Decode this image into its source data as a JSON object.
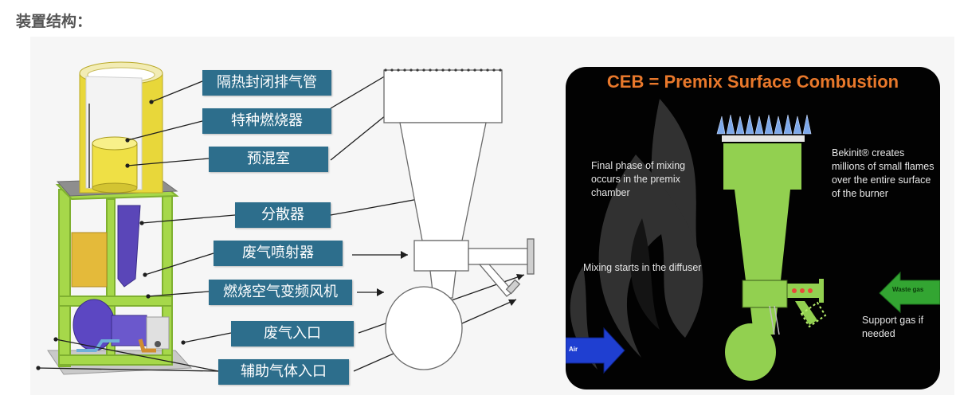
{
  "heading": "装置结构：",
  "labels": [
    "隔热封闭排气管",
    "特种燃烧器",
    "预混室",
    "分散器",
    "废气喷射器",
    "燃烧空气变频风机",
    "废气入口",
    "辅助气体入口"
  ],
  "ceb": {
    "title": "CEB = Premix Surface Combustion",
    "mixing_final": "Final phase of mixing occurs in the premix chamber",
    "bekinit": "Bekinit® creates millions of small flames over the entire surface of the burner",
    "mixing_start": "Mixing starts in the diffuser",
    "support_gas": "Support gas if needed",
    "waste_gas": "Waste gas",
    "air": "Air"
  },
  "colors": {
    "label_bg": "#2d6e8c",
    "equipment_yellow": "#e8d73a",
    "frame_green": "#98cc3c",
    "ceb_title": "#e8782b",
    "burner_green": "#92d050",
    "air_arrow": "#1f3fd1",
    "waste_arrow": "#33a532"
  }
}
